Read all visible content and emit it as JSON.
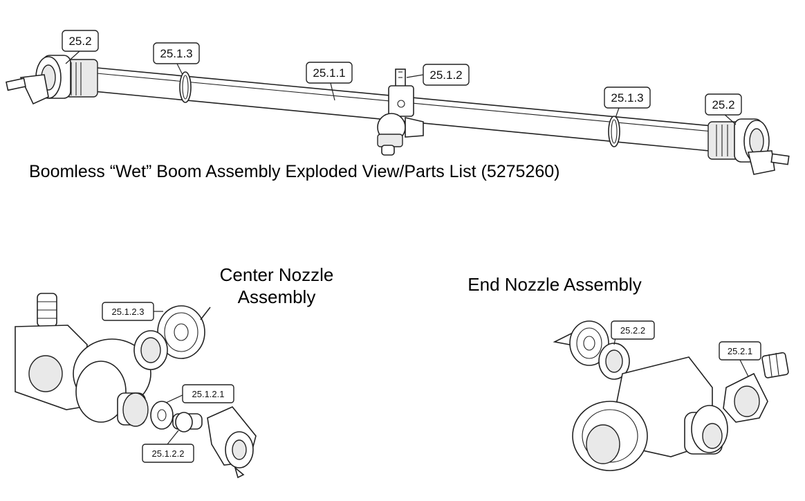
{
  "title": "Boomless “Wet” Boom Assembly Exploded View/Parts List (5275260)",
  "center_nozzle_title": [
    "Center Nozzle",
    "Assembly"
  ],
  "end_nozzle_title": "End Nozzle Assembly",
  "callouts": {
    "end_left": "25.2",
    "oring_left": "25.1.3",
    "tube": "25.1.1",
    "center_fitting": "25.1.2",
    "oring_right": "25.1.3",
    "end_right": "25.2",
    "cn_cap": "25.1.2.3",
    "cn_nut": "25.1.2.1",
    "cn_tip": "25.1.2.2",
    "en_cap": "25.2.2",
    "en_nut": "25.2.1"
  }
}
